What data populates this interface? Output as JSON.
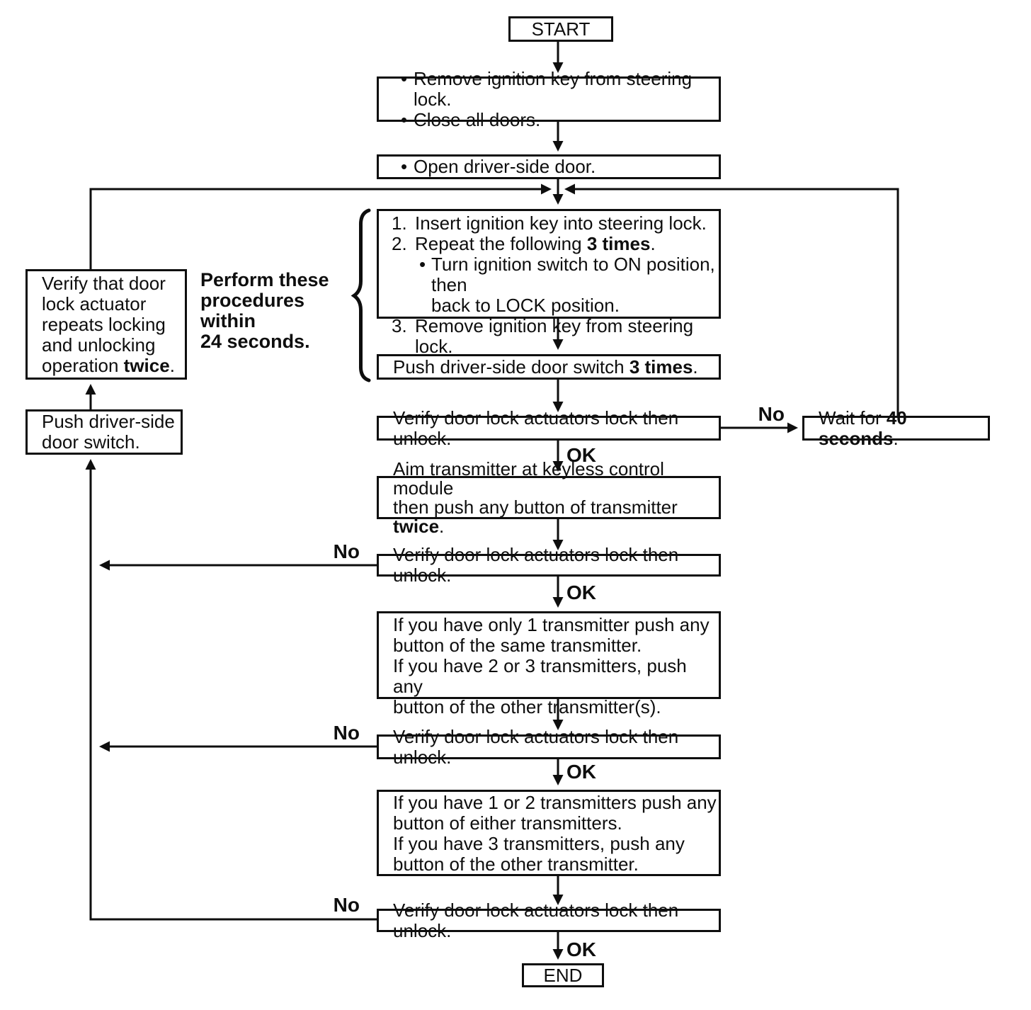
{
  "glyphs": {
    "bullet": "•"
  },
  "labels": {
    "start": "START",
    "end": "END",
    "ok": "OK",
    "no": "No"
  },
  "side_note": {
    "lines": [
      "Perform these",
      "procedures within",
      "24 seconds."
    ]
  },
  "verify": {
    "text": "Verify door lock actuators lock then unlock."
  },
  "nodes": {
    "prepare": {
      "items": [
        "Remove ignition key from steering lock.",
        "Close all doors."
      ]
    },
    "open_door": {
      "items": [
        "Open driver-side door."
      ]
    },
    "procedure": {
      "rows": [
        {
          "marker": "1.",
          "pre": "Insert ignition key into steering lock.",
          "bold": "",
          "post": ""
        },
        {
          "marker": "2.",
          "pre": "Repeat the following ",
          "bold": "3 times",
          "post": "."
        },
        {
          "marker": "•",
          "pre": "Turn ignition switch to ON position, then",
          "bold": "",
          "post": ""
        },
        {
          "marker": "",
          "pre": "back to LOCK position.",
          "bold": "",
          "post": ""
        },
        {
          "marker": "3.",
          "pre": "Remove ignition key from steering lock.",
          "bold": "",
          "post": ""
        }
      ]
    },
    "push_3_times": {
      "pre": "Push driver-side door switch ",
      "bold": "3 times",
      "post": "."
    },
    "wait": {
      "pre": "Wait for ",
      "bold": "40 seconds",
      "post": "."
    },
    "aim_transmitter": {
      "lines": [
        {
          "pre": "Aim transmitter at keyless control module",
          "bold": "",
          "post": ""
        },
        {
          "pre": "then push any button of transmitter ",
          "bold": "twice",
          "post": "."
        }
      ]
    },
    "one_transmitter": {
      "lines": [
        "If you have only 1 transmitter push any",
        "button of the same transmitter.",
        "If you have 2 or 3 transmitters, push any",
        "button of the other transmitter(s)."
      ]
    },
    "other_transmitter": {
      "lines": [
        "If you have 1 or 2 transmitters push any",
        "button of either transmitters.",
        "If you have 3 transmitters, push any",
        "button of the other transmitter."
      ]
    },
    "actuator_twice": {
      "lines": [
        {
          "pre": "Verify that door",
          "bold": "",
          "post": ""
        },
        {
          "pre": "lock actuator",
          "bold": "",
          "post": ""
        },
        {
          "pre": "repeats locking",
          "bold": "",
          "post": ""
        },
        {
          "pre": "and unlocking",
          "bold": "",
          "post": ""
        },
        {
          "pre": "operation ",
          "bold": "twice",
          "post": "."
        }
      ]
    },
    "push_switch": {
      "lines": [
        "Push driver-side",
        "door switch."
      ]
    }
  },
  "colors": {
    "ink": "#0e0e0e",
    "paper": "#ffffff"
  }
}
